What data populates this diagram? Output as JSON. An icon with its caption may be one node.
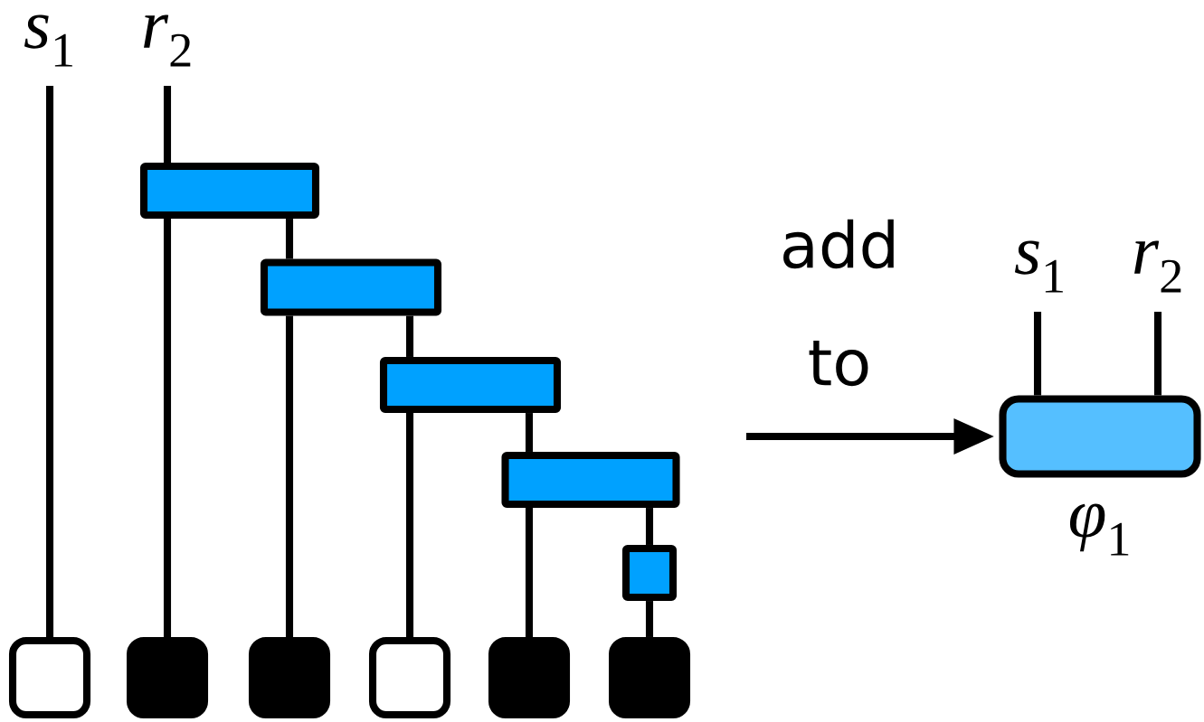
{
  "diagram": {
    "nodes": [
      {
        "text": [
          "*s*$_{1}$"
        ]
      },
      {
        "text": [
          "*r*$_{2}$"
        ]
      },
      {
        "text": [],
        "shape": "box"
      },
      {
        "text": [],
        "shape": "box"
      },
      {
        "text": [],
        "shape": "box"
      },
      {
        "text": [],
        "shape": "box"
      },
      {
        "text": [],
        "shape": "box"
      },
      {
        "text": [],
        "shape": "box"
      },
      {
        "text": [],
        "shape": "box"
      },
      {
        "text": [],
        "shape": "box"
      },
      {
        "text": [],
        "shape": "box"
      },
      {
        "text": [],
        "shape": "box"
      },
      {
        "text": [],
        "shape": "box"
      },
      {
        "text": [
          "*s*$_{1}$"
        ]
      },
      {
        "text": [
          "*r*$_{2}$"
        ]
      },
      {
        "text": [],
        "shape": "box",
        "beside": [
          "*φ*$_{1}$"
        ]
      }
    ],
    "edges": [
      {
        "from": 0,
        "to": 7,
        "arrow": "none"
      },
      {
        "from": 1,
        "to": 2,
        "arrow": "none"
      },
      {
        "from": 2,
        "to": 8,
        "arrow": "none"
      },
      {
        "from": 2,
        "to": 3,
        "arrow": "none"
      },
      {
        "from": 3,
        "to": 9,
        "arrow": "none"
      },
      {
        "from": 3,
        "to": 4,
        "arrow": "none"
      },
      {
        "from": 4,
        "to": 10,
        "arrow": "none"
      },
      {
        "from": 4,
        "to": 5,
        "arrow": "none"
      },
      {
        "from": 5,
        "to": 11,
        "arrow": "none"
      },
      {
        "from": 5,
        "to": 6,
        "arrow": "none"
      },
      {
        "from": 6,
        "to": 12,
        "arrow": "none"
      },
      {
        "from": 13,
        "to": 15,
        "arrow": "none"
      },
      {
        "from": 14,
        "to": 15,
        "arrow": "none"
      },
      {
        "from": null,
        "to": 15,
        "arrow": "to",
        "label": "add to"
      }
    ]
  }
}
